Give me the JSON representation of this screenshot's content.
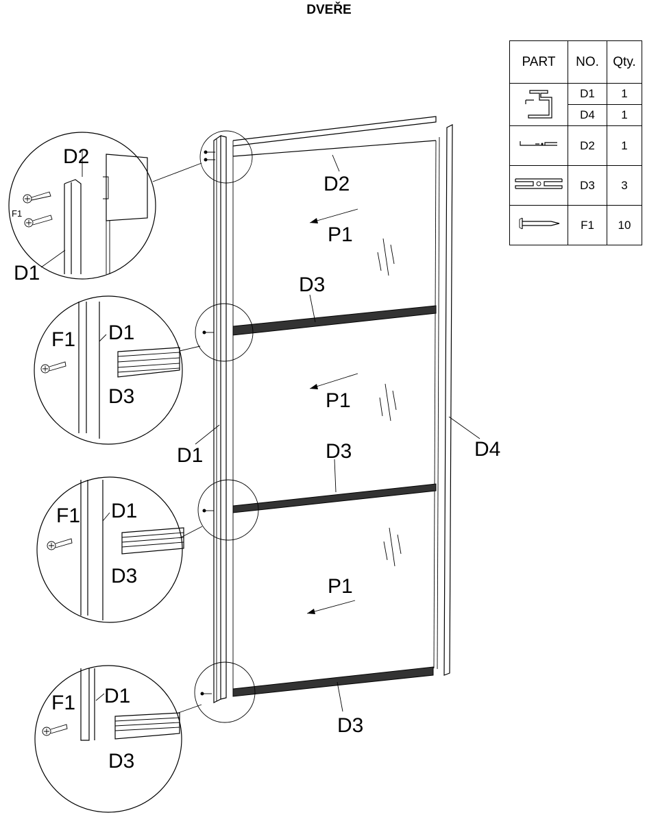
{
  "title": "DVEŘE",
  "labels": {
    "d1": "D1",
    "d2": "D2",
    "d3": "D3",
    "d4": "D4",
    "p1": "P1",
    "f1": "F1"
  },
  "parts_table": {
    "headers": [
      "PART",
      "NO.",
      "Qty."
    ],
    "rows": [
      {
        "icon": "c-channel-profile-icon",
        "no": "D1",
        "qty": "1"
      },
      {
        "icon": "c-channel-profile-icon",
        "no": "D4",
        "qty": "1"
      },
      {
        "icon": "top-rail-profile-icon",
        "no": "D2",
        "qty": "1"
      },
      {
        "icon": "h-connector-profile-icon",
        "no": "D3",
        "qty": "3"
      },
      {
        "icon": "screw-icon",
        "no": "F1",
        "qty": "10"
      }
    ]
  }
}
